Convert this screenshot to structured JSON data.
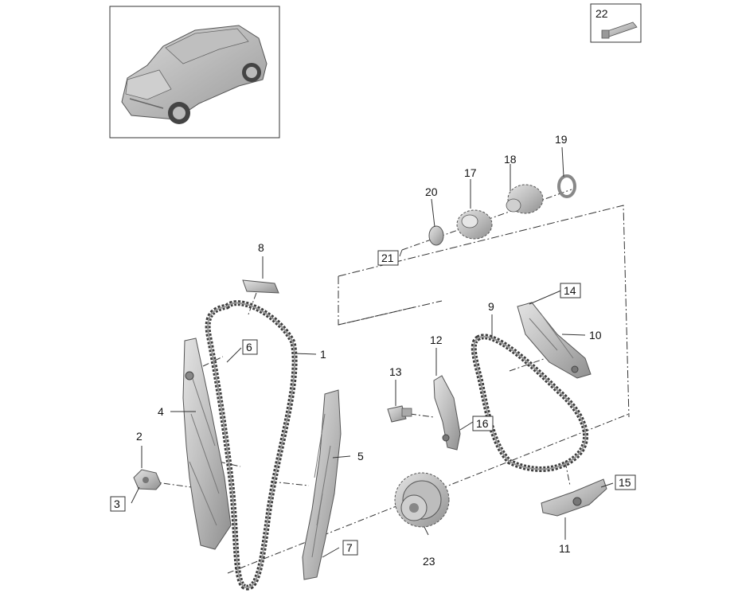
{
  "callouts": [
    {
      "id": "c1",
      "text": "1",
      "boxed": false
    },
    {
      "id": "c2",
      "text": "2",
      "boxed": false
    },
    {
      "id": "c3",
      "text": "3",
      "boxed": true
    },
    {
      "id": "c4",
      "text": "4",
      "boxed": false
    },
    {
      "id": "c5",
      "text": "5",
      "boxed": false
    },
    {
      "id": "c6",
      "text": "6",
      "boxed": true
    },
    {
      "id": "c7",
      "text": "7",
      "boxed": true
    },
    {
      "id": "c8",
      "text": "8",
      "boxed": false
    },
    {
      "id": "c9",
      "text": "9",
      "boxed": false
    },
    {
      "id": "c10",
      "text": "10",
      "boxed": false
    },
    {
      "id": "c11",
      "text": "11",
      "boxed": false
    },
    {
      "id": "c12",
      "text": "12",
      "boxed": false
    },
    {
      "id": "c13",
      "text": "13",
      "boxed": false
    },
    {
      "id": "c14",
      "text": "14",
      "boxed": true
    },
    {
      "id": "c15",
      "text": "15",
      "boxed": true
    },
    {
      "id": "c16",
      "text": "16",
      "boxed": true
    },
    {
      "id": "c17",
      "text": "17",
      "boxed": false
    },
    {
      "id": "c18",
      "text": "18",
      "boxed": false
    },
    {
      "id": "c19",
      "text": "19",
      "boxed": false
    },
    {
      "id": "c20",
      "text": "20",
      "boxed": false
    },
    {
      "id": "c21",
      "text": "21",
      "boxed": true
    },
    {
      "id": "c22",
      "text": "22",
      "boxed": true
    },
    {
      "id": "c23",
      "text": "23",
      "boxed": false
    }
  ],
  "colors": {
    "part_fill": "#c9c9c9",
    "part_dark": "#8a8a8a",
    "line": "#333333"
  }
}
